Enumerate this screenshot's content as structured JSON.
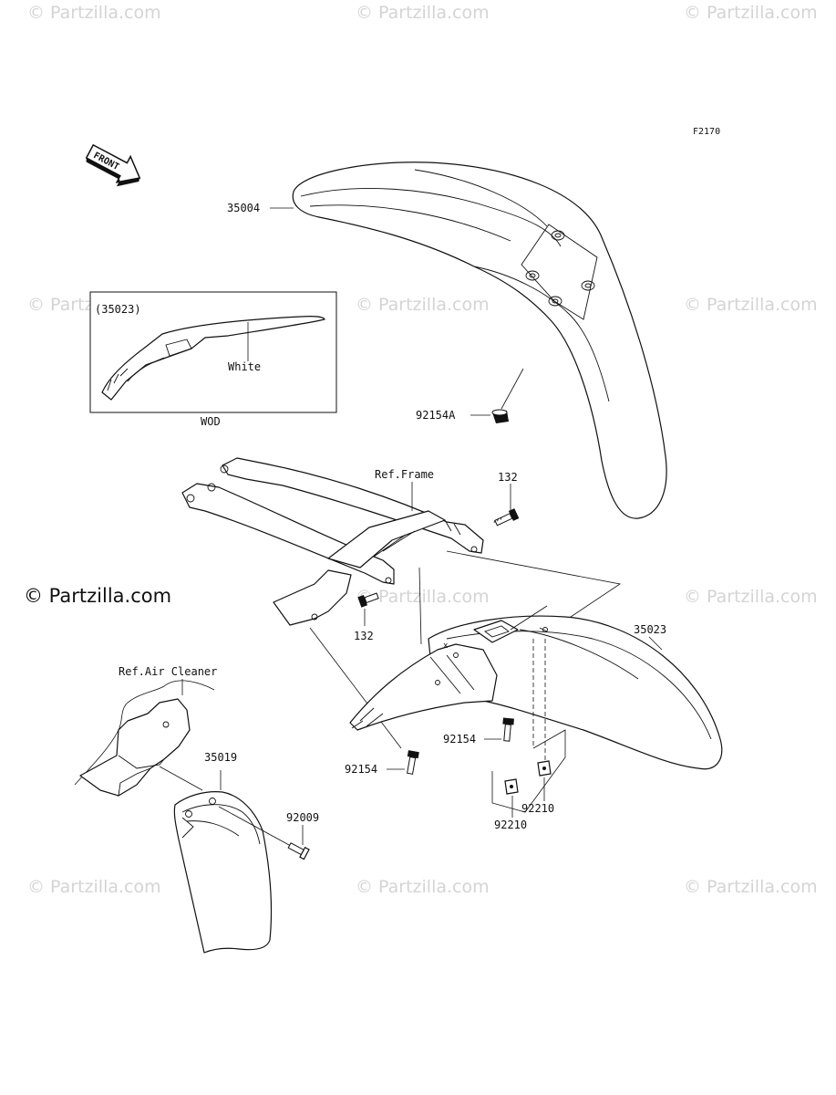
{
  "watermark": "© Partzilla.com",
  "copyright": "© Partzilla.com",
  "figure_code": "F2170",
  "front_label": "FRONT",
  "inset": {
    "ref_part": "(35023)",
    "color_note": "White",
    "caption": "WOD"
  },
  "callouts": {
    "p35004": "35004",
    "p92154a": "92154A",
    "ref_frame": "Ref.Frame",
    "p132_top": "132",
    "p132_mid": "132",
    "p35023": "35023",
    "ref_air_cleaner": "Ref.Air Cleaner",
    "p35019": "35019",
    "p92009": "92009",
    "p92154_right": "92154",
    "p92154_left": "92154",
    "p92210_right": "92210",
    "p92210_left": "92210"
  }
}
